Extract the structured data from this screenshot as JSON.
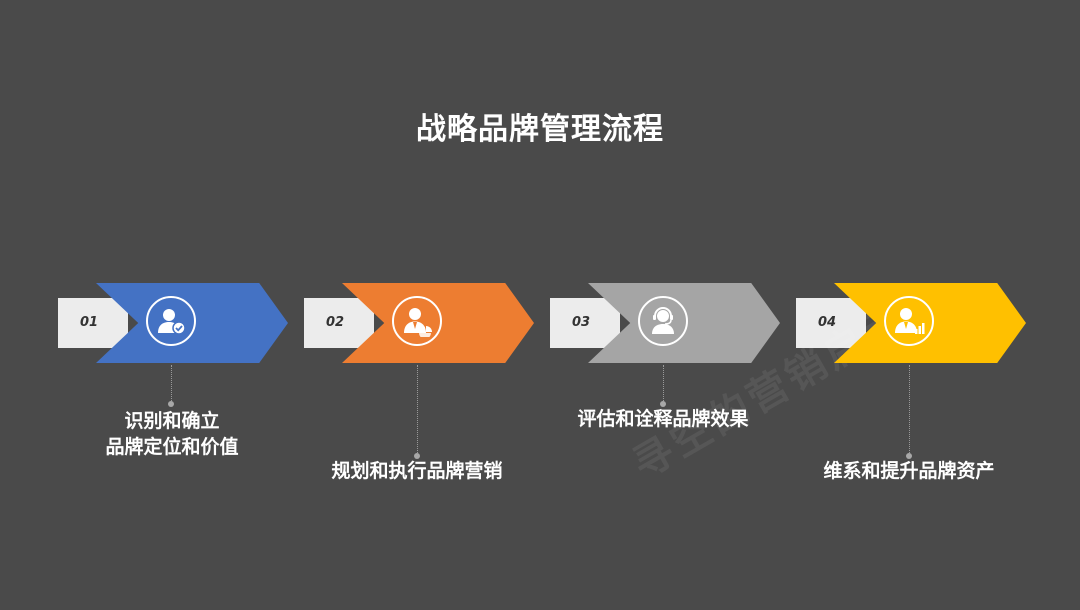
{
  "title": "战略品牌管理流程",
  "colors": {
    "background": "#4a4a4a",
    "step1": "#4472c4",
    "step2": "#ed7d31",
    "step3": "#a5a5a5",
    "step4": "#ffc000",
    "tab": "#ececec"
  },
  "steps": [
    {
      "number": "01",
      "icon": "user-check-icon",
      "label_line1": "识别和确立",
      "label_line2": "品牌定位和价值"
    },
    {
      "number": "02",
      "icon": "user-pie-chart-icon",
      "label_line1": "规划和执行品牌营销",
      "label_line2": ""
    },
    {
      "number": "03",
      "icon": "user-headset-icon",
      "label_line1": "评估和诠释品牌效果",
      "label_line2": ""
    },
    {
      "number": "04",
      "icon": "user-bar-chart-icon",
      "label_line1": "维系和提升品牌资产",
      "label_line2": ""
    }
  ],
  "watermark": "寻空的营销启示"
}
